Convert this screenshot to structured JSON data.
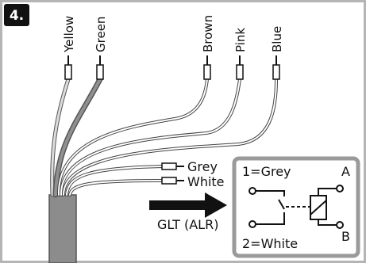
{
  "step": {
    "number": "4."
  },
  "wire_labels": {
    "yellow": "Yellow",
    "green": "Green",
    "brown": "Brown",
    "pink": "Pink",
    "blue": "Blue",
    "grey": "Grey",
    "white": "White"
  },
  "input_label": "GLT (ALR)",
  "relay_box": {
    "terminal_1": "1=Grey",
    "terminal_2": "2=White",
    "contact_a": "A",
    "contact_b": "B"
  },
  "colors": {
    "frame_border": "#9a9a9a",
    "cable_sheath": "#8c8c8c",
    "step_badge": "#111111",
    "arrow": "#111111"
  }
}
